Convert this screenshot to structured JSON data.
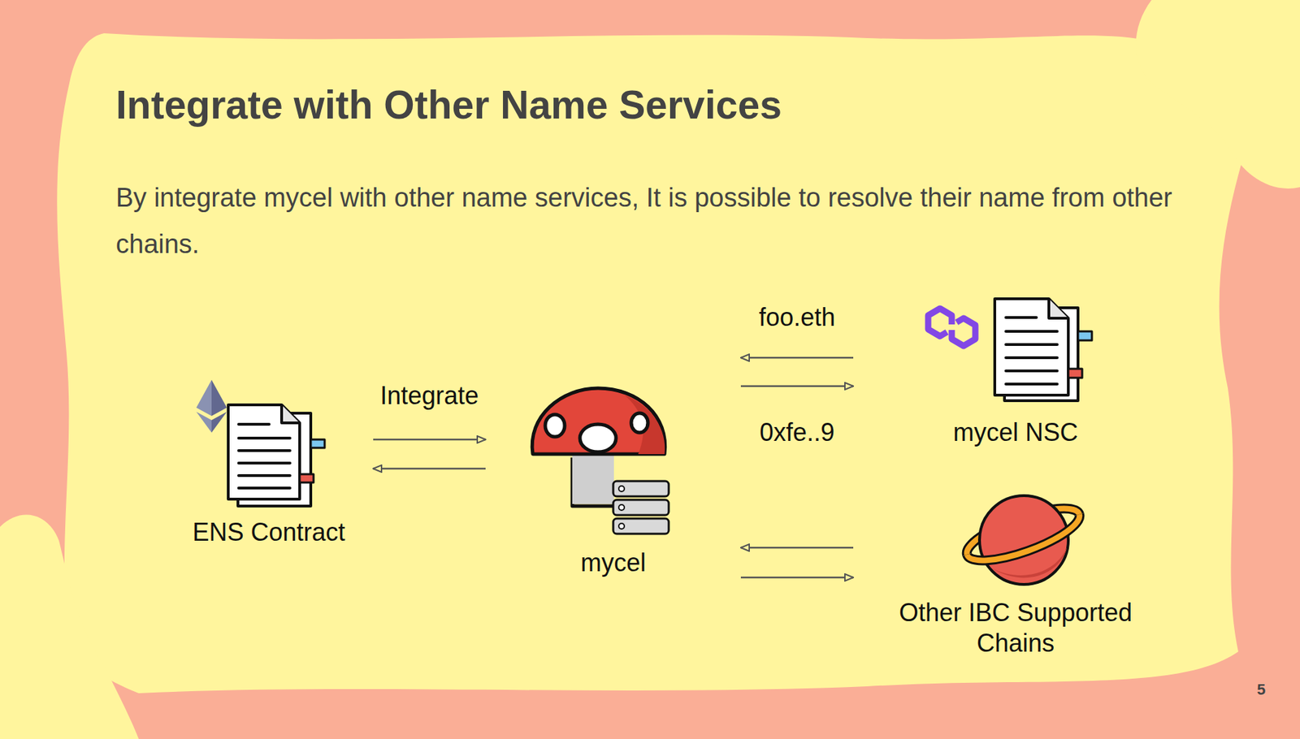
{
  "diagram": {
    "title": "Integrate with Other Name Services",
    "nodes": [
      {
        "text": [
          "ENS Contract"
        ]
      },
      {
        "text": [
          "mycel"
        ]
      },
      {
        "text": [
          "mycel NSC"
        ]
      },
      {
        "text": [
          "Other IBC Supported Chains"
        ]
      }
    ],
    "edges": [
      {
        "from": 0,
        "to": 1,
        "arrow": "to",
        "label": "Integrate"
      },
      {
        "from": 1,
        "to": 0,
        "arrow": "to"
      },
      {
        "from": 2,
        "to": 1,
        "arrow": "to",
        "label": "foo.eth"
      },
      {
        "from": 1,
        "to": 2,
        "arrow": "to",
        "label": "0xfe..9"
      },
      {
        "from": 3,
        "to": 1,
        "arrow": "to"
      },
      {
        "from": 1,
        "to": 3,
        "arrow": "to"
      }
    ],
    "labels": [
      "By integrate mycel with other name services, It is possible to resolve their name from other chains.",
      "5"
    ]
  }
}
